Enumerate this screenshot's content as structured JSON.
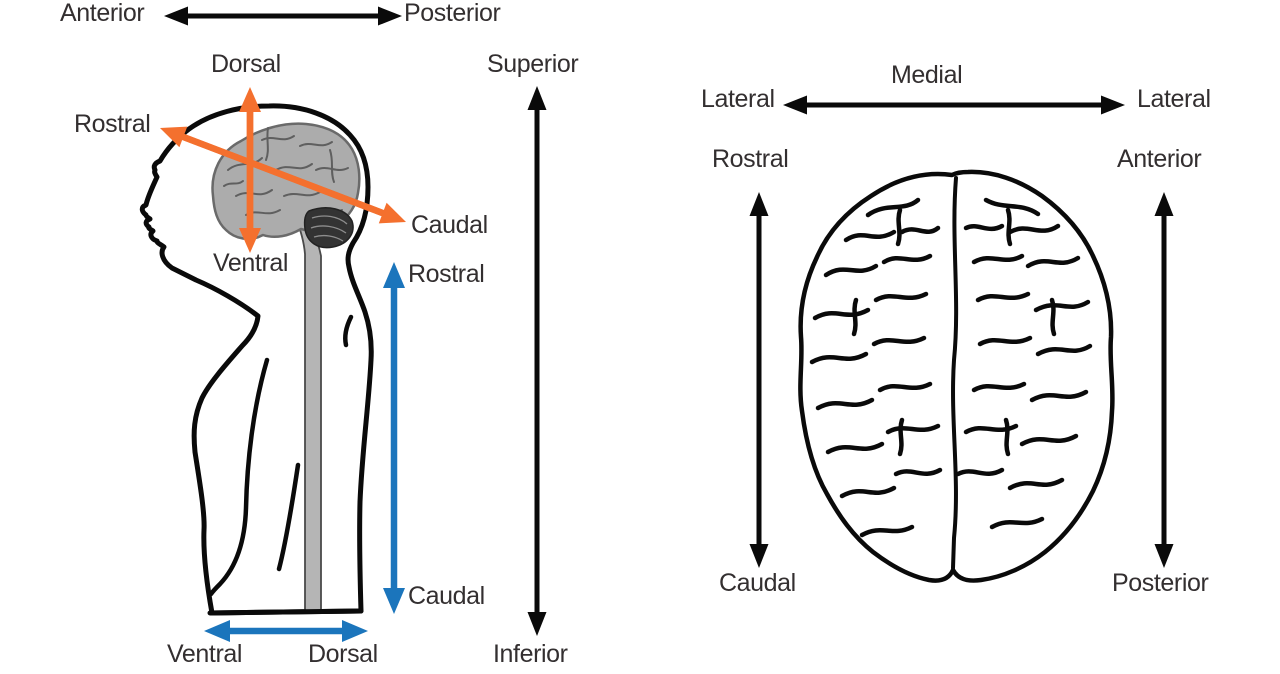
{
  "colors": {
    "background": "#ffffff",
    "ink": "#332f30",
    "black": "#0a0a0a",
    "orange": "#f4702e",
    "blue": "#1b75bc",
    "brain_fill": "#acacac",
    "brain_line": "#6a6a6a",
    "cord_fill": "#b5b5b5",
    "cerebellum": "#333333"
  },
  "left_panel": {
    "body_axis_horizontal": {
      "left": "Anterior",
      "right": "Posterior"
    },
    "brain_axes": {
      "up": "Dorsal",
      "down": "Ventral",
      "front": "Rostral",
      "back": "Caudal"
    },
    "spinal_axis": {
      "up": "Rostral",
      "down": "Caudal"
    },
    "body_axis_vertical": {
      "up": "Superior",
      "down": "Inferior"
    },
    "base_axis": {
      "front": "Ventral",
      "back": "Dorsal"
    }
  },
  "right_panel": {
    "horizontal_axis": {
      "center": "Medial",
      "left": "Lateral",
      "right": "Lateral"
    },
    "left_axis": {
      "up": "Rostral",
      "down": "Caudal"
    },
    "right_axis": {
      "up": "Anterior",
      "down": "Posterior"
    }
  }
}
